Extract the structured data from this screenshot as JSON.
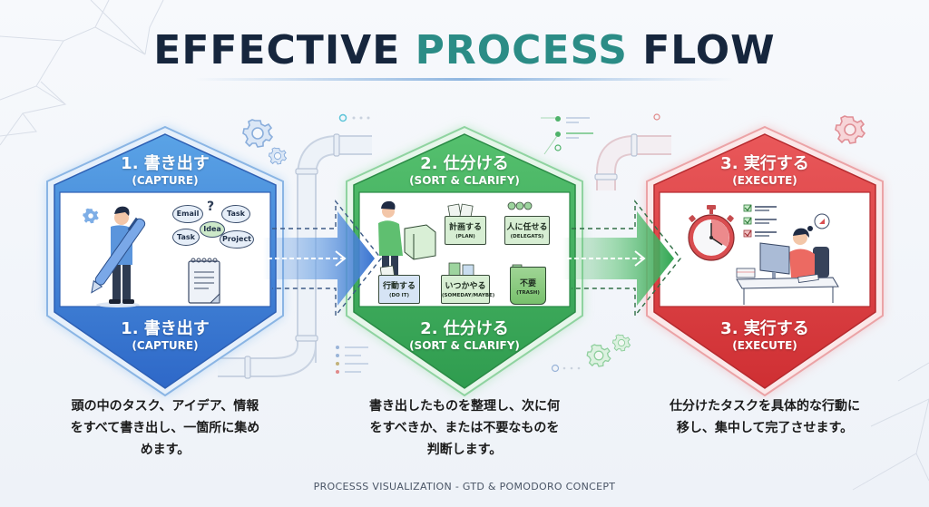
{
  "title": {
    "part1": "EFFECTIVE ",
    "part2": "PROCESS",
    "part3": " FLOW"
  },
  "colors": {
    "title_dark": "#16263d",
    "title_accent": "#2b8c86",
    "capture": "#3a78d4",
    "sort": "#3aa757",
    "execute": "#d93a3a"
  },
  "steps": [
    {
      "label_jp": "1. 書き出す",
      "label_en": "(CAPTURE)",
      "description_lines": [
        "頭の中のタスク、アイデア、情報",
        "をすべて書き出し、一箇所に集め",
        "めます。"
      ],
      "illustration": {
        "bubbles": [
          "Email",
          "Task",
          "Idea",
          "Task",
          "Project"
        ],
        "question_mark": "?"
      }
    },
    {
      "label_jp": "2. 仕分ける",
      "label_en": "(SORT & CLARIFY)",
      "description_lines": [
        "書き出したものを整理し、次に何",
        "をすべきか、または不要なものを",
        "判断します。"
      ],
      "illustration": {
        "bins": [
          {
            "jp": "計画する",
            "en": "(PLAN)"
          },
          {
            "jp": "人に任せる",
            "en": "(DELEGATS)"
          },
          {
            "jp": "行動する",
            "en": "(DO IT)"
          },
          {
            "jp": "いつかやる",
            "en": "(SOMEDAY/MAYBE)"
          },
          {
            "jp": "不要",
            "en": "(TRASH)"
          }
        ]
      }
    },
    {
      "label_jp": "3. 実行する",
      "label_en": "(EXECUTE)",
      "description_lines": [
        "仕分けたタスクを具体的な行動に",
        "移し、集中して完了させます。"
      ],
      "illustration": {
        "icons": [
          "stopwatch-icon",
          "checklist-icon",
          "worker-at-desk-icon"
        ]
      }
    }
  ],
  "footer": "PROCESSS VISUALIZATION - GTD & POMODORO CONCEPT"
}
